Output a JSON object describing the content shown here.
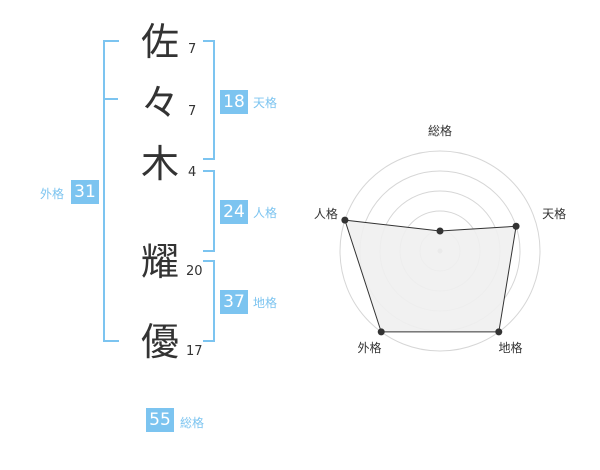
{
  "name_chars": [
    {
      "char": "佐",
      "strokes": "7"
    },
    {
      "char": "々",
      "strokes": "7"
    },
    {
      "char": "木",
      "strokes": "4"
    },
    {
      "char": "耀",
      "strokes": "20"
    },
    {
      "char": "優",
      "strokes": "17"
    }
  ],
  "fortune": {
    "tenkaku": {
      "value": "18",
      "label": "天格"
    },
    "jinkaku": {
      "value": "24",
      "label": "人格"
    },
    "chikaku": {
      "value": "37",
      "label": "地格"
    },
    "gaikaku": {
      "value": "31",
      "label": "外格"
    },
    "soukaku": {
      "value": "55",
      "label": "総格"
    }
  },
  "chart_data": {
    "type": "radar",
    "axes": [
      "総格",
      "天格",
      "地格",
      "外格",
      "人格"
    ],
    "scale": [
      0,
      5
    ],
    "rings": 5,
    "values": [
      1,
      4,
      5,
      5,
      5
    ],
    "colors": {
      "fill": "#efefef",
      "stroke": "#333333",
      "ring": "#d6d6d6"
    }
  }
}
